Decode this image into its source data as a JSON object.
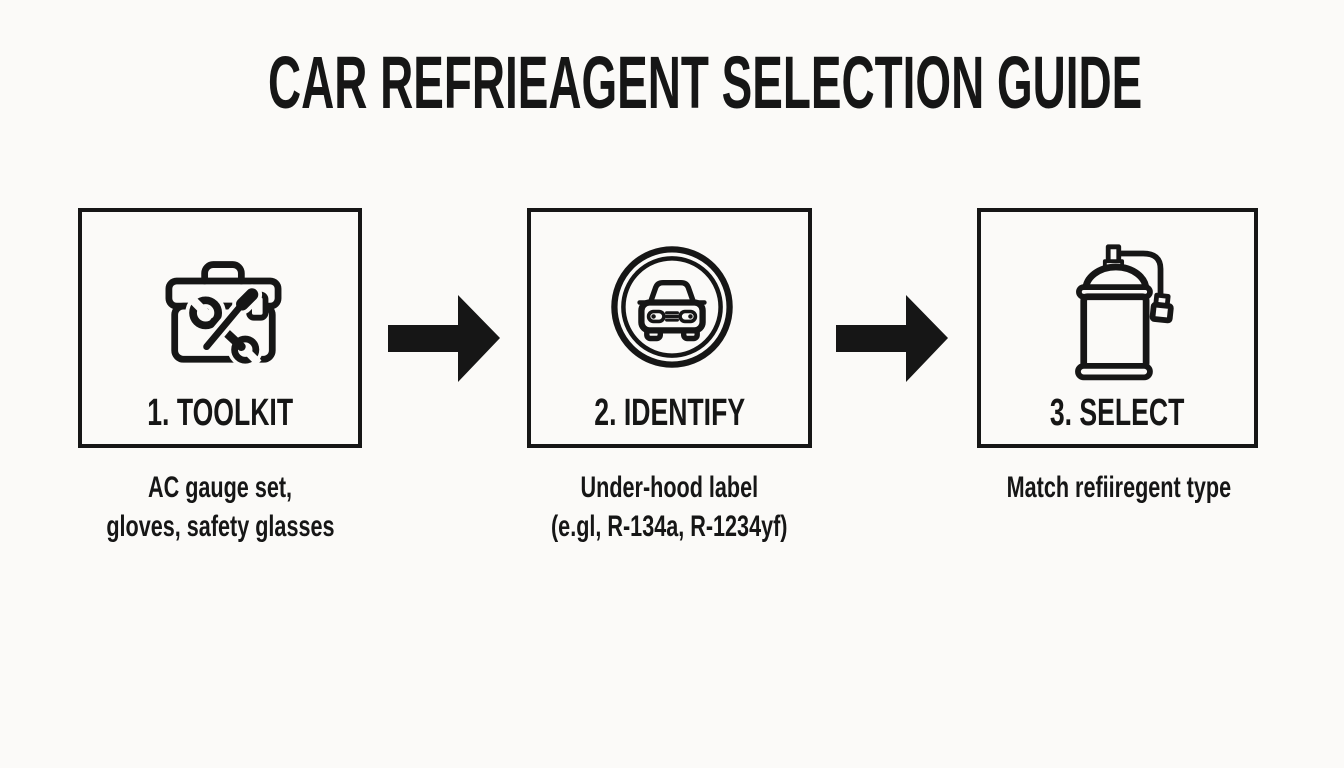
{
  "colors": {
    "background": "#fbfaf8",
    "ink": "#161616"
  },
  "title": "CAR REFRIEAGENT SELECTION GUIDE",
  "steps": [
    {
      "label": "1. TOOLKIT",
      "icon": "toolbox-icon",
      "description_lines": [
        "AC gauge set,",
        "gloves, safety glasses"
      ]
    },
    {
      "label": "2. IDENTIFY",
      "icon": "car-circle-icon",
      "description_lines": [
        "Under-hood label",
        "(e.gl, R-134a, R-1234yf)"
      ]
    },
    {
      "label": "3. SELECT",
      "icon": "refrigerant-can-icon",
      "description_lines": [
        "Match refiiregent type"
      ]
    }
  ],
  "arrows": {
    "glyph": "right-block-arrow",
    "count": 2
  }
}
